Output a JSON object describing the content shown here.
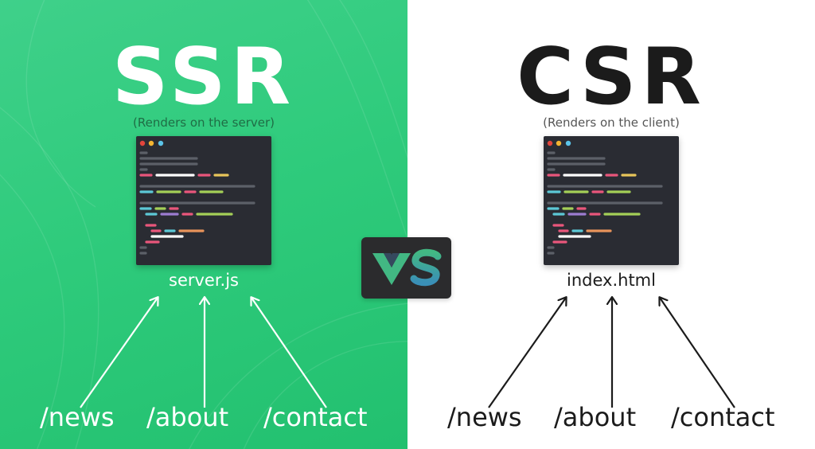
{
  "left": {
    "title": "SSR",
    "subtitle": "(Renders on the server)",
    "file": "server.js",
    "routes": [
      "/news",
      "/about",
      "/contact"
    ]
  },
  "right": {
    "title": "CSR",
    "subtitle": "(Renders on the client)",
    "file": "index.html",
    "routes": [
      "/news",
      "/about",
      "/contact"
    ]
  },
  "badge": {
    "icon": "vue-logo-icon"
  },
  "colors": {
    "left_bg": "#2fcb7c",
    "right_bg": "#ffffff",
    "editor_bg": "#2a2c33",
    "vue_green": "#42b883",
    "vue_dark": "#35495e"
  }
}
